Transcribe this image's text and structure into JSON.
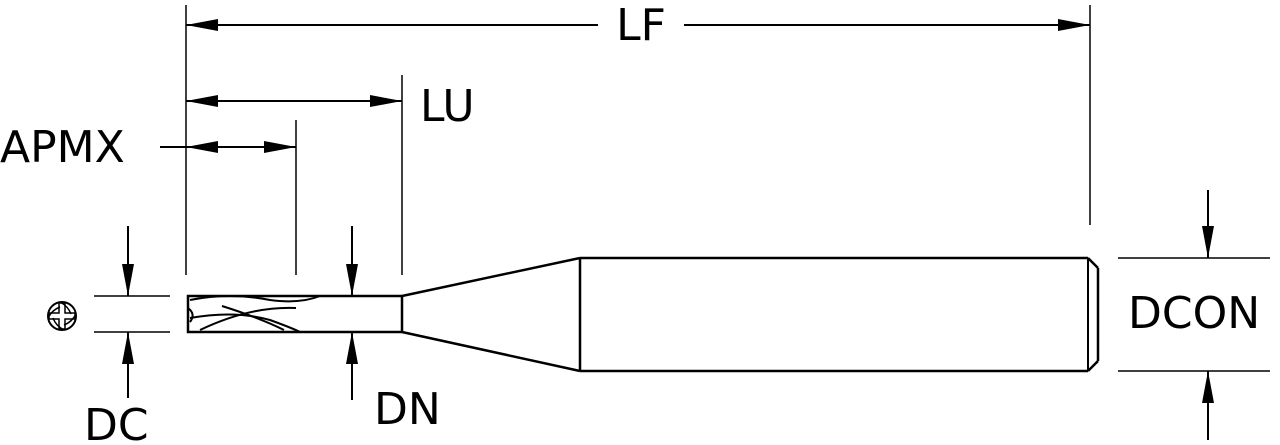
{
  "dimensions": {
    "LF": "LF",
    "LU": "LU",
    "APMX": "APMX",
    "DC": "DC",
    "DN": "DN",
    "DCON": "DCON"
  }
}
